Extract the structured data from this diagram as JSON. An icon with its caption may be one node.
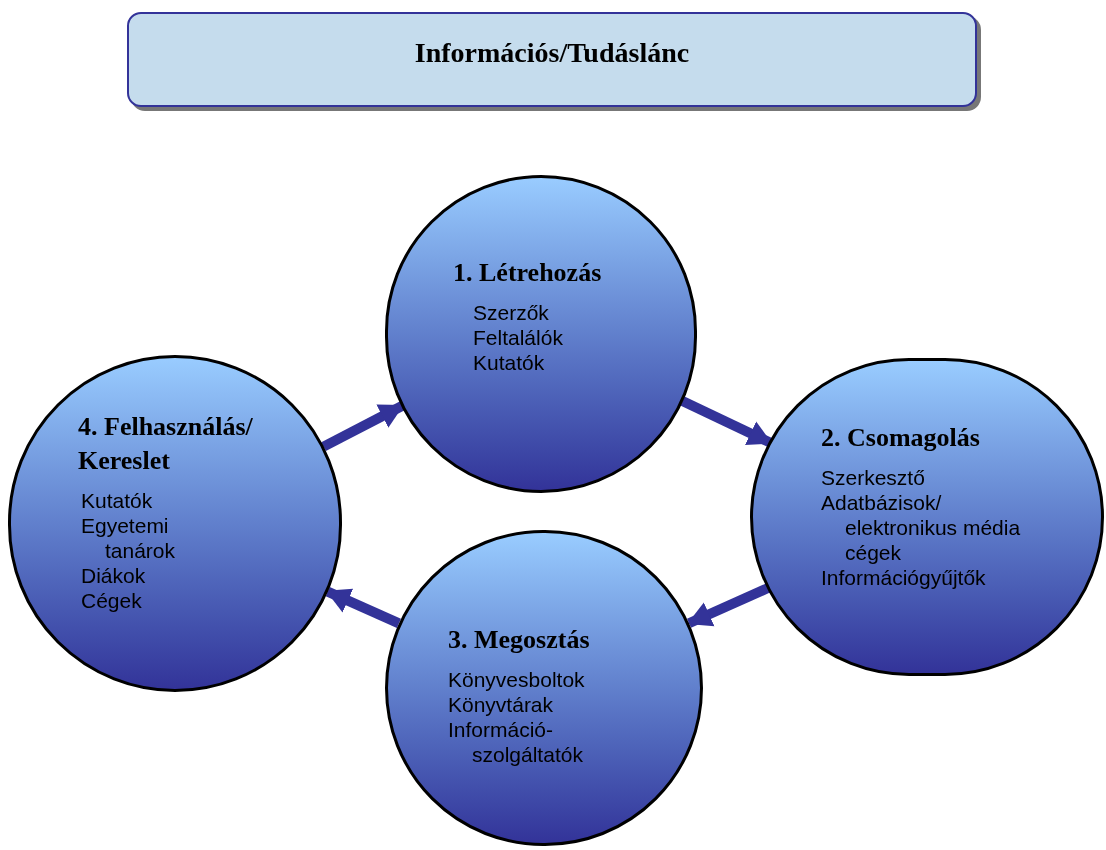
{
  "diagram": {
    "title": "Információs/Tudáslánc",
    "nodes": [
      {
        "text": [
          "1. Létrehozás",
          "Szerzők",
          "Feltalálók",
          "Kutatók"
        ]
      },
      {
        "text": [
          "2. Csomagolás",
          "Szerkesztő",
          "Adatbázisok/ elektronikus média cégek",
          "Információgyűjtők"
        ]
      },
      {
        "text": [
          "3. Megosztás",
          "Könyvesboltok",
          "Könyvtárak",
          "Információ- szolgáltatók"
        ]
      },
      {
        "text": [
          "4. Felhasználás/ Kereslet",
          "Kutatók",
          "Egyetemi tanárok",
          "Diákok",
          "Cégek"
        ]
      }
    ],
    "edges": [
      {
        "from": 0,
        "to": 1,
        "arrow": "to"
      },
      {
        "from": 1,
        "to": 2,
        "arrow": "to"
      },
      {
        "from": 2,
        "to": 3,
        "arrow": "to"
      },
      {
        "from": 3,
        "to": 0,
        "arrow": "to"
      }
    ]
  }
}
